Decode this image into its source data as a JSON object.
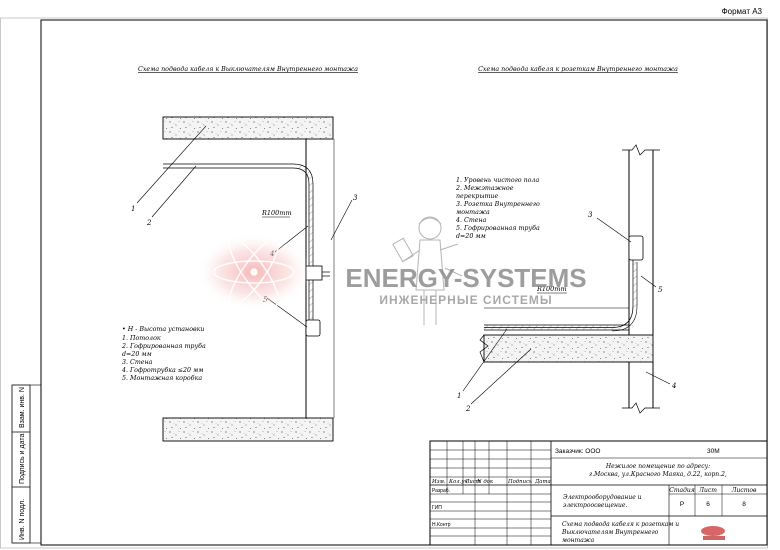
{
  "format_label": "Формат А3",
  "left_schema": {
    "title": "Схема подвода кабеля к Выключателям Внутреннего монтажа",
    "radius_label": "R100mm",
    "callouts": [
      "1",
      "2",
      "3",
      "4",
      "5"
    ],
    "legend": [
      "• Н - Высота установки",
      "1.  Потолок",
      "2.  Гофрированная     труба",
      "     d=20 мм",
      "3.  Стена",
      "4.  Гофротрубка   ≤20 мм",
      "5.  Монтажная коробка"
    ]
  },
  "right_schema": {
    "title": "Схема подвода кабеля к розеткам Внутреннего монтажа",
    "radius_label": "R100mm",
    "callouts": [
      "1",
      "2",
      "3",
      "4",
      "5"
    ],
    "legend": [
      "1.  Уровень чистого пола",
      "2.  Межэтажное",
      "     перекрытие",
      "3.  Розетка  Внутреннего",
      "     монтажа",
      "4.  Стена",
      "5.  Гофрированная    труба",
      "     d=20 мм"
    ]
  },
  "watermark": {
    "title": "ENERGY-SYSTEMS",
    "subtitle": "ИНЖЕНЕРНЫЕ СИСТЕМЫ"
  },
  "side_stamp": {
    "labels": [
      "Взам. инв. N",
      "Подпись и дата",
      "Инв. N подл."
    ]
  },
  "title_block": {
    "customer": "Заказчик: ООО",
    "code": "30М",
    "object": [
      "Нежилое помещение по адресу:",
      "г.Москва, ул.Красного Маяка, д.22, корп.2,"
    ],
    "headers": [
      "Изм.",
      "Кол.уч",
      "Лист",
      "N док",
      "Подпись",
      "Дата"
    ],
    "role_1": "Разраб.",
    "role_2": "ГИП",
    "role_3": "Н.Контр",
    "section": [
      "Электрооборудование и",
      "электроосвещение."
    ],
    "stage_headers": [
      "Стадия",
      "Лист",
      "Листов"
    ],
    "stage_values": [
      "Р",
      "6",
      "8"
    ],
    "sheet_title": [
      "Схема подвода кабеля к розеткам и",
      "Выключателям Внутреннего",
      "монтажа"
    ]
  }
}
